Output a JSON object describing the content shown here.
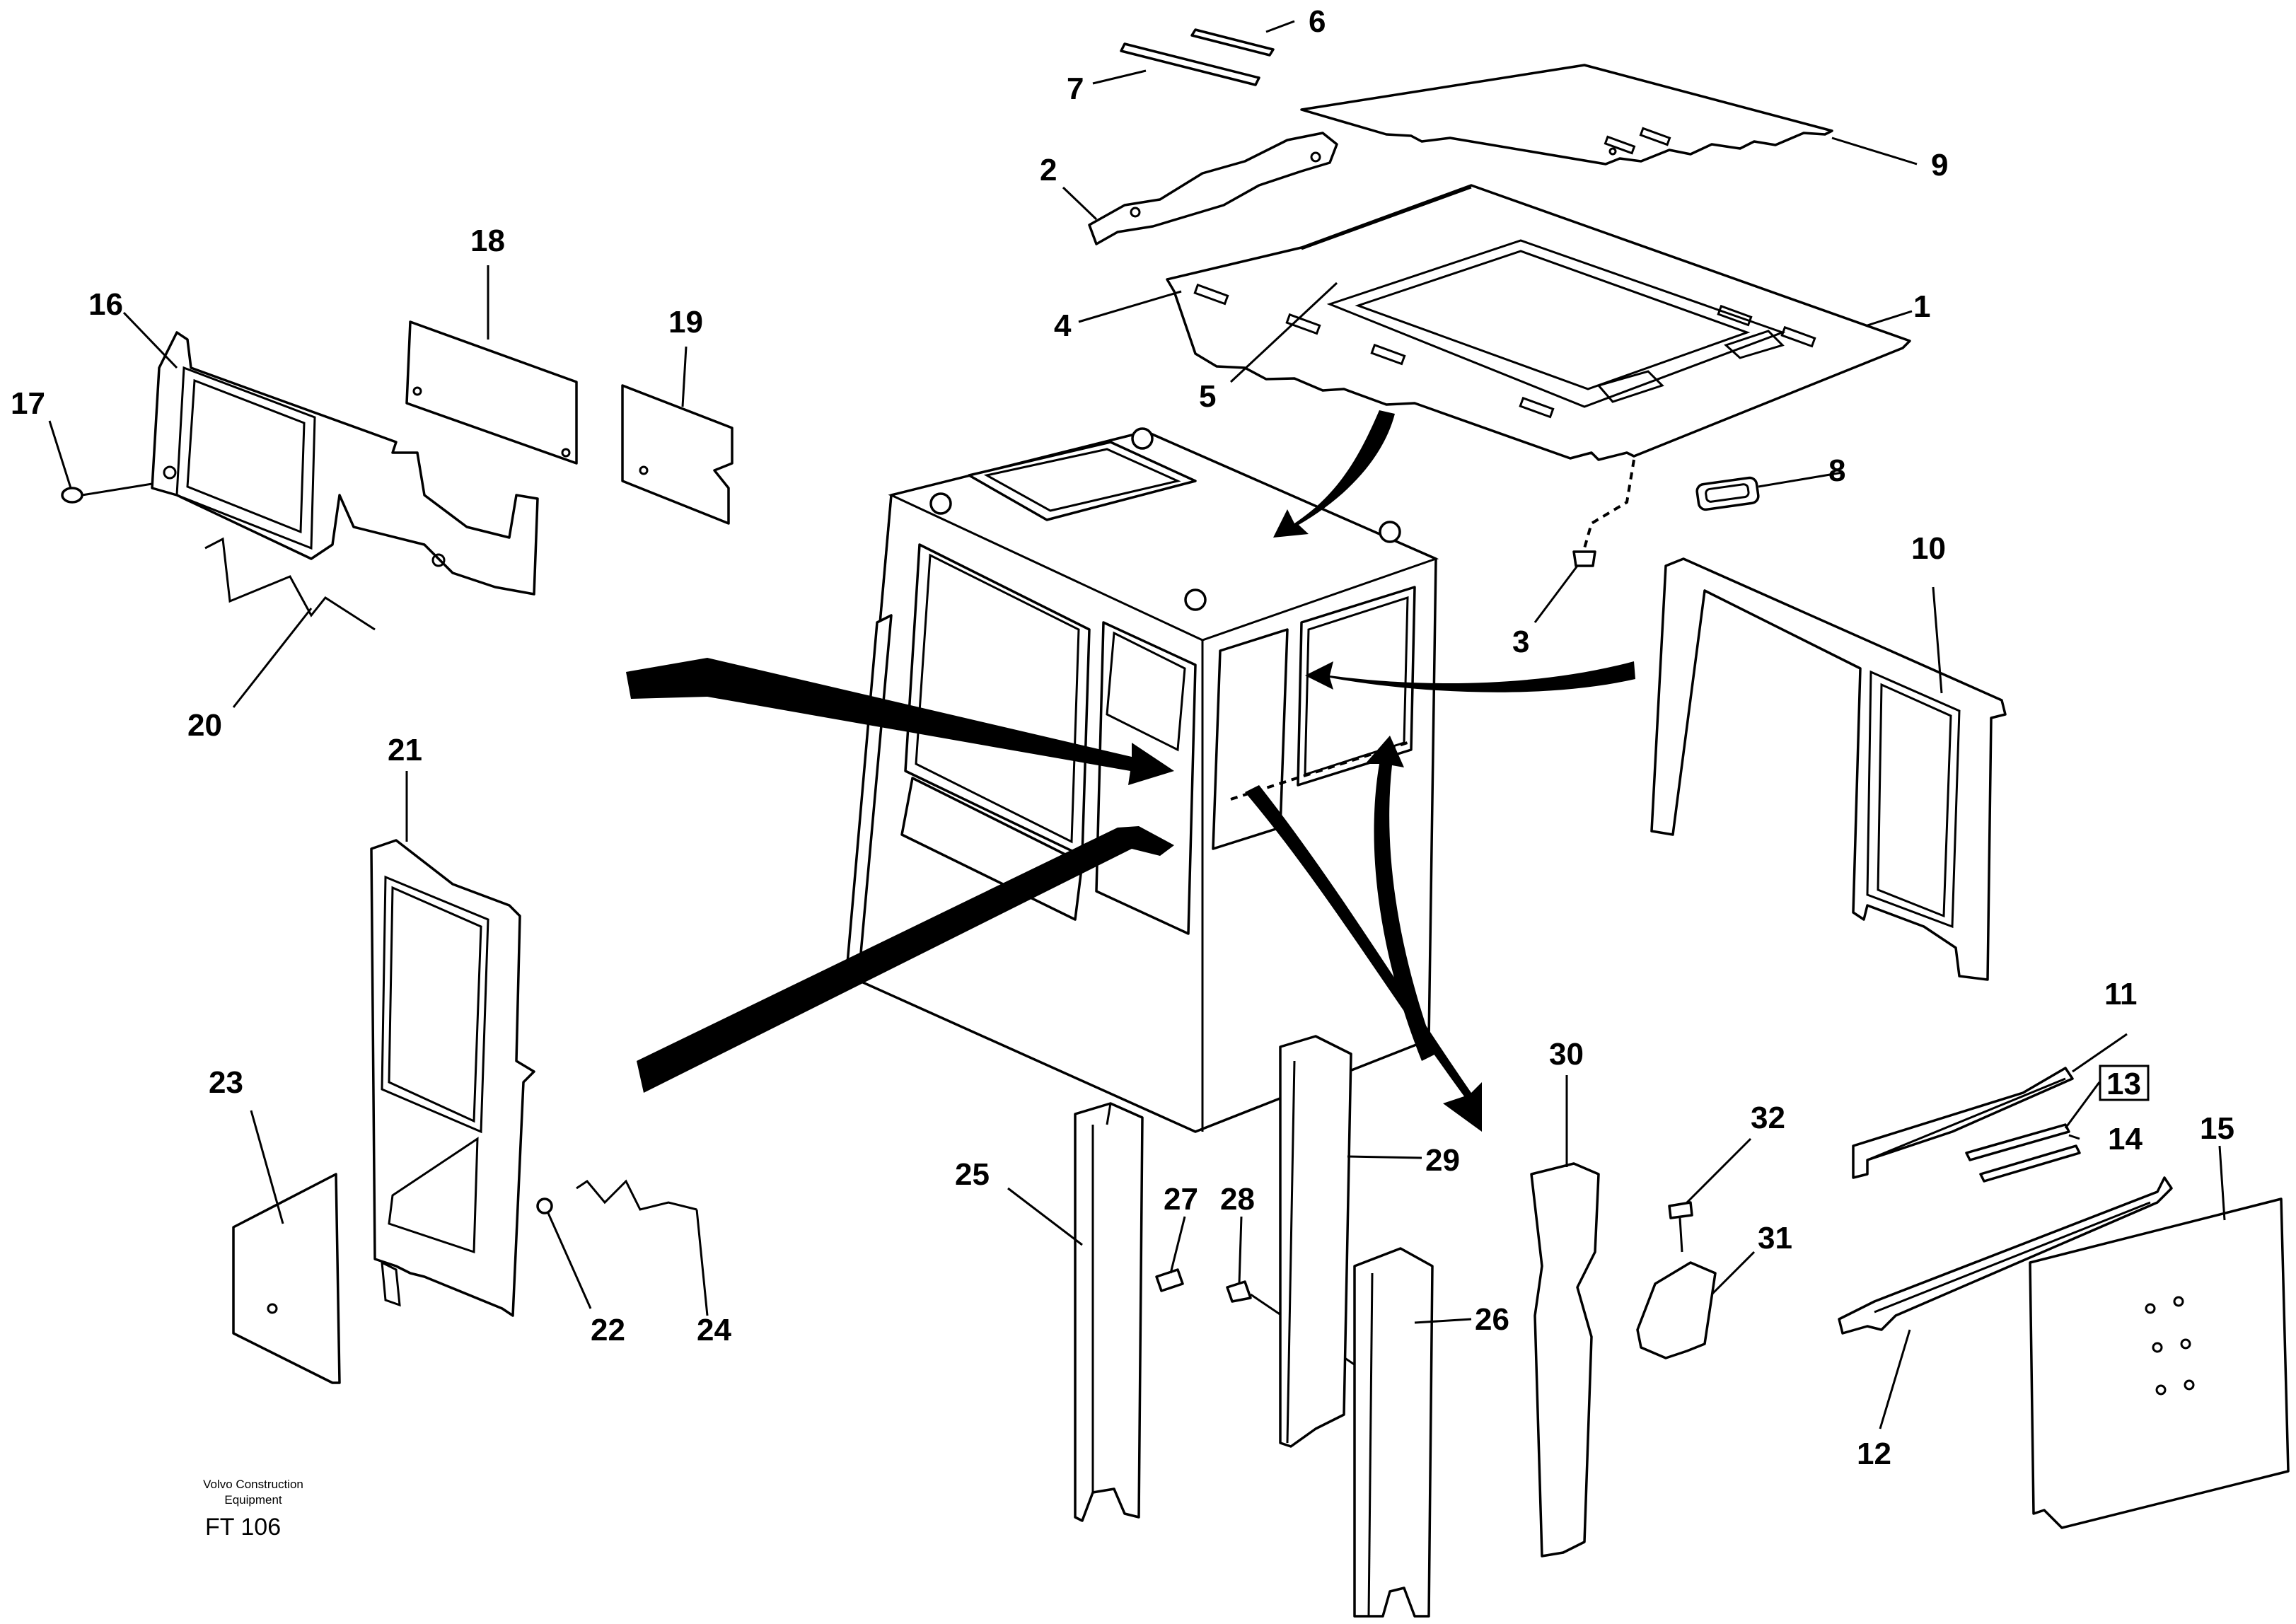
{
  "footer": {
    "company_line1": "Volvo Construction",
    "company_line2": "Equipment",
    "code": "FT 106"
  },
  "callouts": {
    "c1": "1",
    "c2": "2",
    "c3": "3",
    "c4": "4",
    "c5": "5",
    "c6": "6",
    "c7": "7",
    "c8": "8",
    "c9": "9",
    "c10": "10",
    "c11": "11",
    "c12": "12",
    "c13": "13",
    "c14": "14",
    "c15": "15",
    "c16": "16",
    "c17": "17",
    "c18": "18",
    "c19": "19",
    "c20": "20",
    "c21": "21",
    "c22": "22",
    "c23": "23",
    "c24": "24",
    "c25": "25",
    "c26": "26",
    "c27": "27",
    "c28": "28",
    "c29": "29",
    "c30": "30",
    "c31": "31",
    "c32": "32"
  }
}
